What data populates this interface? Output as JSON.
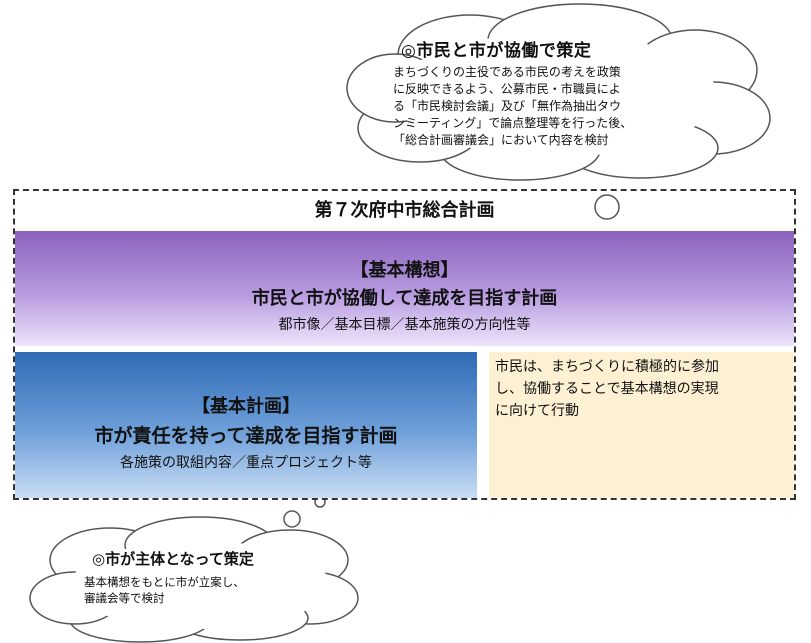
{
  "top_cloud": {
    "title": "◎市民と市が協働で策定",
    "lines": [
      "まちづくりの主役である市民の考えを政策",
      "に反映できるよう、公募市民・市職員によ",
      "る「市民検討会議」及び「無作為抽出タウ",
      "ンミーティング」で論点整理等を行った後、",
      "「総合計画審議会」において内容を検討"
    ]
  },
  "plan": {
    "title": "第７次府中市総合計画",
    "vision": {
      "heading": "【基本構想】",
      "main": "市民と市が協働して達成を目指す計画",
      "sub": "都市像／基本目標／基本施策の方向性等"
    },
    "basic_plan": {
      "heading": "【基本計画】",
      "main": "市が責任を持って達成を目指す計画",
      "sub": "各施策の取組内容／重点プロジェクト等"
    },
    "citizens": {
      "lines": [
        "市民は、まちづくりに積極的に参加",
        "し、協働することで基本構想の実現",
        "に向けて行動"
      ]
    }
  },
  "bottom_cloud": {
    "title": "◎市が主体となって策定",
    "lines": [
      "基本構想をもとに市が立案し、",
      "審議会等で検討"
    ]
  },
  "colors": {
    "vision_top": "#8a62bd",
    "basic_plan_top": "#2f6bb5",
    "citizen_bg": "#fdf0d3"
  }
}
